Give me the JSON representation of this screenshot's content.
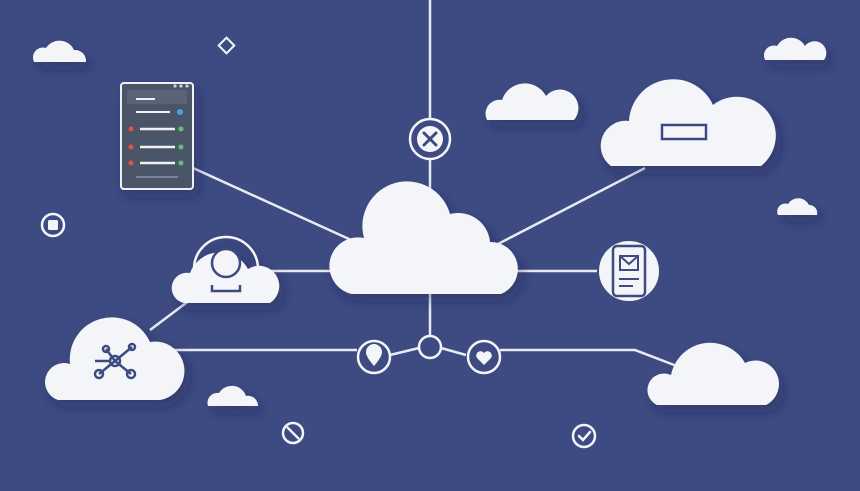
{
  "colors": {
    "background": "#3d4b82",
    "cloud": "#f4f5f8",
    "line": "#e9ebf2",
    "server_body": "#4b5568",
    "led_red": "#e0533f",
    "led_green": "#5cc46a",
    "led_blue": "#4aa3e0"
  },
  "nodes": {
    "central": "cloud",
    "connected": [
      "server-rack",
      "cloud-with-display",
      "user-profile-cloud",
      "mobile-message-device",
      "network-hub-cloud",
      "cloud-right-lower",
      "blocked-status",
      "location-pin",
      "favorite-heart"
    ]
  },
  "icons": [
    "close-icon",
    "diamond-icon",
    "stop-icon",
    "cancel-icon",
    "check-icon",
    "location-pin-icon",
    "heart-icon",
    "mail-icon",
    "network-icon",
    "user-icon"
  ]
}
